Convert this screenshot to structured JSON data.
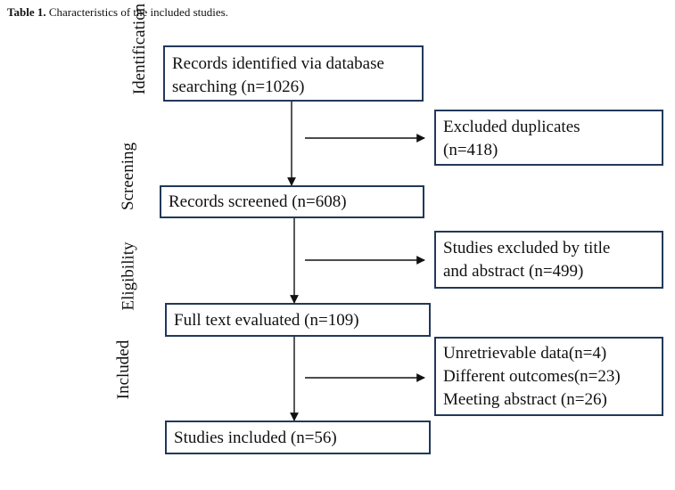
{
  "caption": {
    "label": "Table 1.",
    "text": "Characteristics of the included studies."
  },
  "stages": {
    "identification": "Identification",
    "screening": "Screening",
    "eligibility": "Eligibility",
    "included": "Included"
  },
  "boxes": {
    "records_identified": [
      "Records identified via database",
      "searching (n=1026)"
    ],
    "excluded_duplicates": [
      "Excluded duplicates",
      "(n=418)"
    ],
    "records_screened": [
      "Records screened (n=608)"
    ],
    "excluded_title_abstract": [
      "Studies excluded by title",
      "and abstract (n=499)"
    ],
    "full_text_evaluated": [
      "Full text evaluated (n=109)"
    ],
    "excluded_full_text": [
      "Unretrievable data(n=4)",
      "Different outcomes(n=23)",
      "Meeting abstract (n=26)"
    ],
    "studies_included": [
      "Studies included (n=56)"
    ]
  }
}
